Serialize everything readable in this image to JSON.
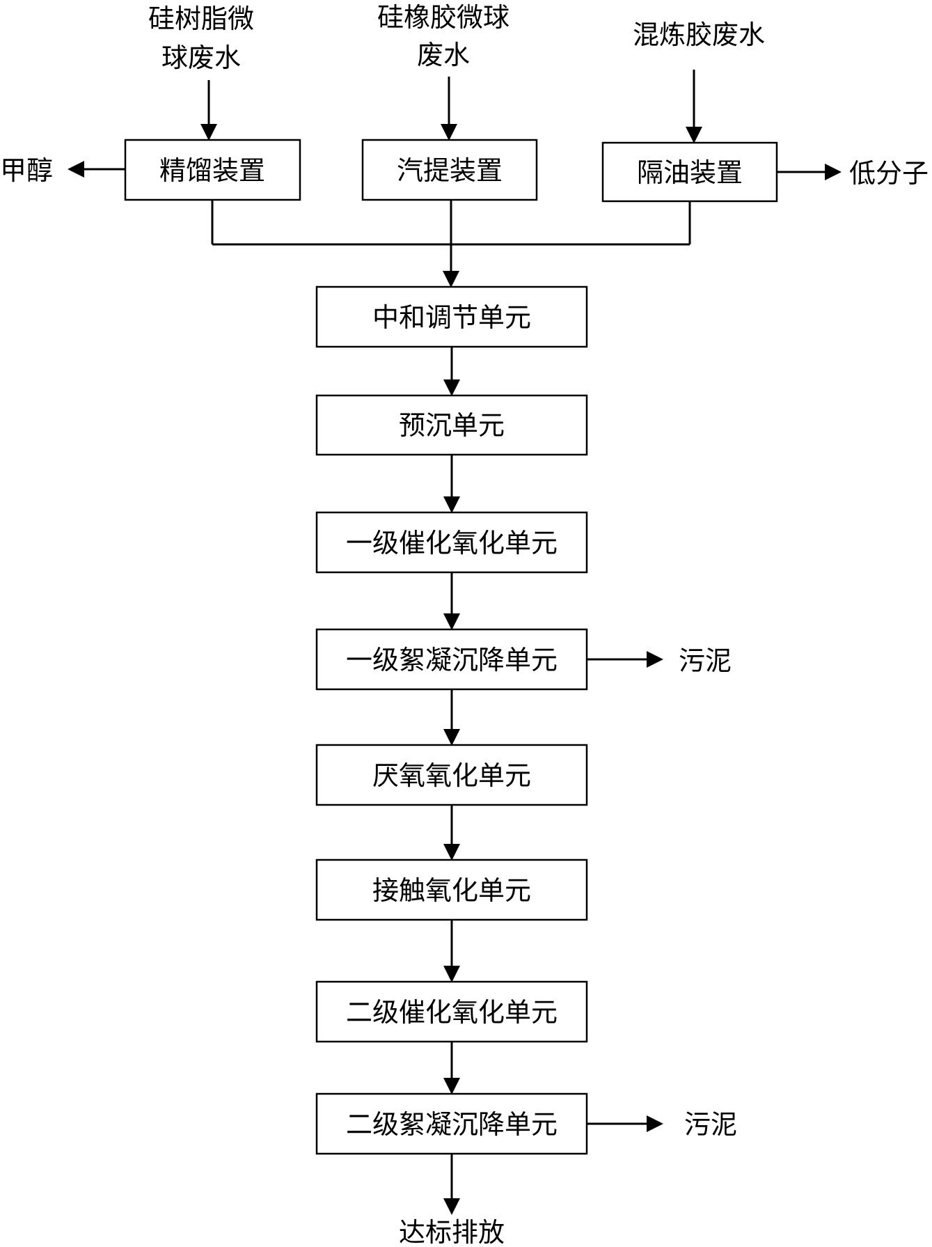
{
  "sources": {
    "resin_wastewater_line1": "硅树脂微",
    "resin_wastewater_line2": "球废水",
    "rubber_wastewater_line1": "硅橡胶微球",
    "rubber_wastewater_line2": "废水",
    "compound_wastewater": "混炼胶废水"
  },
  "pretreatment": {
    "distillation": "精馏装置",
    "stripping": "汽提装置",
    "oil_separation": "隔油装置"
  },
  "byproducts": {
    "methanol": "甲醇",
    "low_molecular": "低分子",
    "sludge_1": "污泥",
    "sludge_2": "污泥"
  },
  "units": {
    "neutralization": "中和调节单元",
    "pre_settling": "预沉单元",
    "catalytic_oxidation_1": "一级催化氧化单元",
    "flocculation_1": "一级絮凝沉降单元",
    "anaerobic_oxidation": "厌氧氧化单元",
    "contact_oxidation": "接触氧化单元",
    "catalytic_oxidation_2": "二级催化氧化单元",
    "flocculation_2": "二级絮凝沉降单元"
  },
  "output": {
    "discharge": "达标排放"
  }
}
